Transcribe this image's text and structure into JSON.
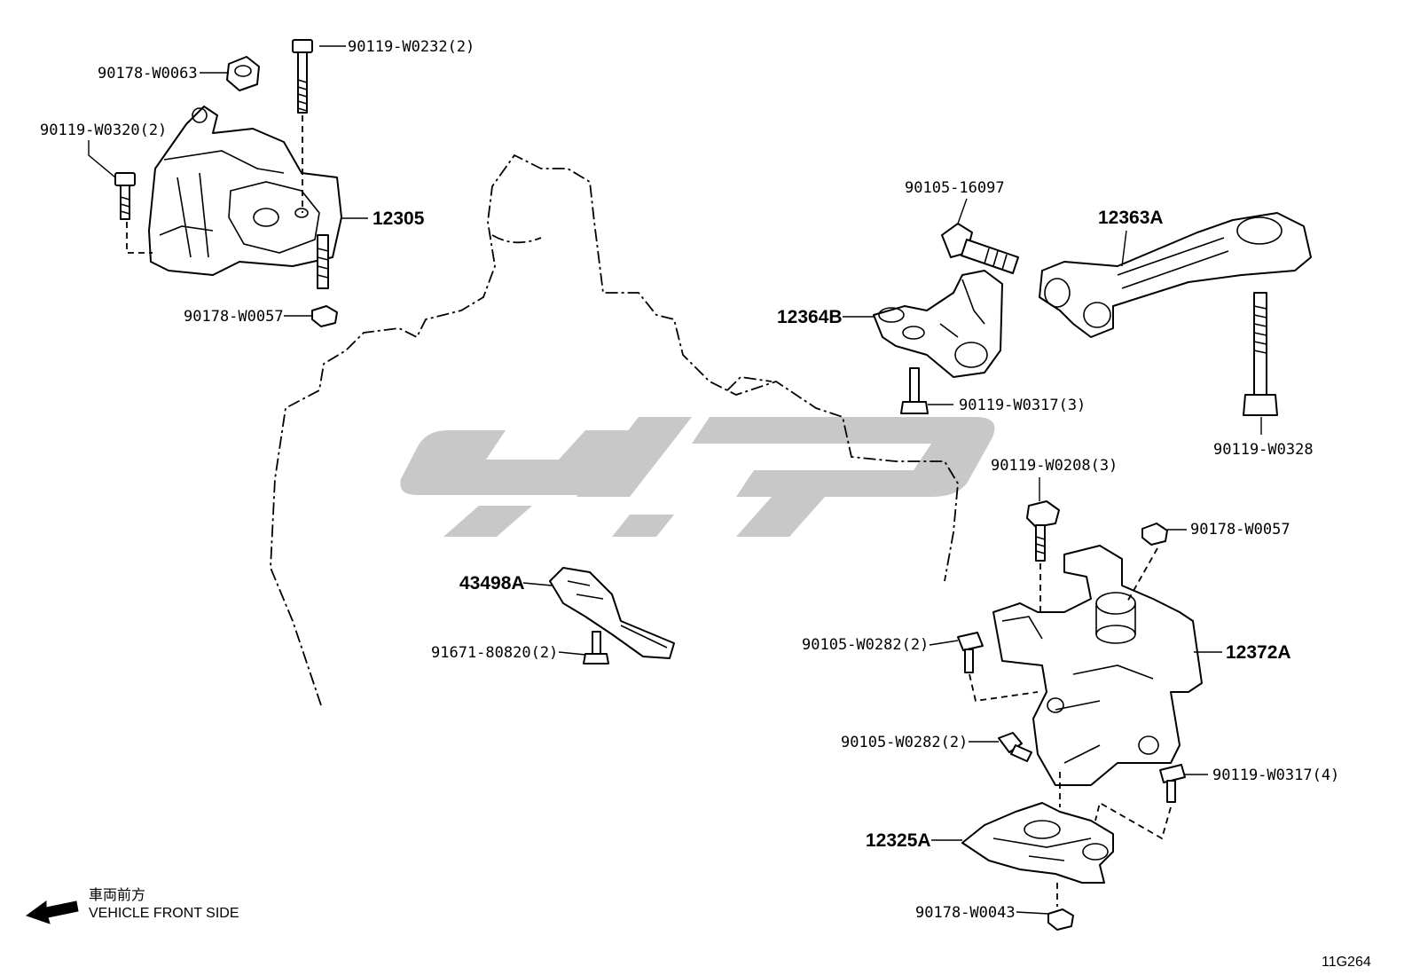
{
  "parts": {
    "p_90119_w0232": "90119-W0232(2)",
    "p_90178_w0063": "90178-W0063",
    "p_90119_w0320": "90119-W0320(2)",
    "p_12305": "12305",
    "p_90178_w0057_a": "90178-W0057",
    "p_90105_16097": "90105-16097",
    "p_12363a": "12363A",
    "p_12364b": "12364B",
    "p_90119_w0317_3": "90119-W0317(3)",
    "p_90119_w0328": "90119-W0328",
    "p_90119_w0208": "90119-W0208(3)",
    "p_90178_w0057_b": "90178-W0057",
    "p_43498a": "43498A",
    "p_91671_80820": "91671-80820(2)",
    "p_90105_w0282_a": "90105-W0282(2)",
    "p_12372a": "12372A",
    "p_90105_w0282_b": "90105-W0282(2)",
    "p_90119_w0317_4": "90119-W0317(4)",
    "p_12325a": "12325A",
    "p_90178_w0043": "90178-W0043"
  },
  "direction": {
    "label_jp": "車両前方",
    "label_en": "VEHICLE FRONT SIDE",
    "icon": "arrow-left-icon"
  },
  "figure_code": "11G264",
  "watermark": {
    "icon": "logo-watermark",
    "color": "#c8c8c8"
  }
}
